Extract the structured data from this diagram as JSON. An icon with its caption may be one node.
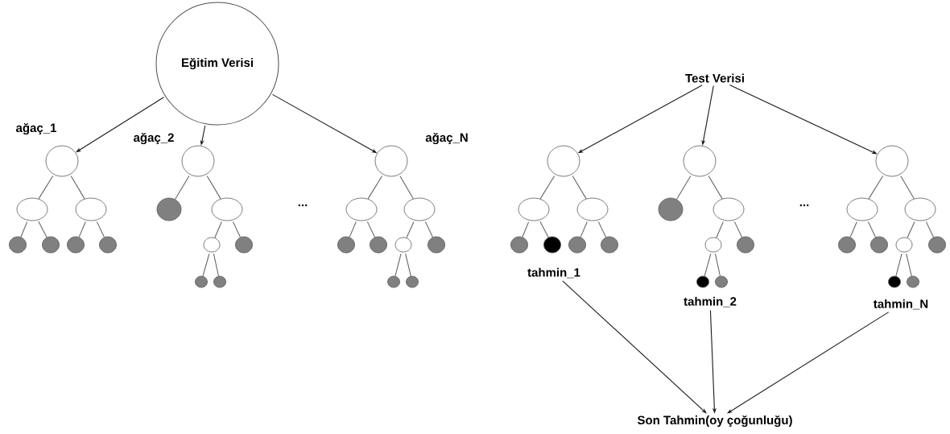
{
  "diagram": {
    "nodes": [
      {
        "text": [
          "Eğitim Verisi"
        ]
      },
      {
        "text": [],
        "shape": "circle",
        "beside": [
          "ağaç_1"
        ]
      },
      {
        "text": [],
        "shape": "circle"
      },
      {
        "text": [],
        "shape": "circle"
      },
      {
        "text": [],
        "shape": "circle"
      },
      {
        "text": [],
        "shape": "circle"
      },
      {
        "text": [],
        "shape": "circle"
      },
      {
        "text": [],
        "shape": "circle"
      },
      {
        "text": [],
        "shape": "circle",
        "beside": [
          "ağaç_2"
        ]
      },
      {
        "text": [],
        "shape": "circle"
      },
      {
        "text": [],
        "shape": "circle"
      },
      {
        "text": [],
        "shape": "circle"
      },
      {
        "text": [],
        "shape": "circle"
      },
      {
        "text": [],
        "shape": "circle"
      },
      {
        "text": [],
        "shape": "circle"
      },
      {
        "text": [],
        "shape": "circle",
        "beside": [
          "ağaç_N"
        ]
      },
      {
        "text": [],
        "shape": "circle"
      },
      {
        "text": [],
        "shape": "circle"
      },
      {
        "text": [],
        "shape": "circle"
      },
      {
        "text": [],
        "shape": "circle"
      },
      {
        "text": [],
        "shape": "circle"
      },
      {
        "text": [],
        "shape": "circle"
      },
      {
        "text": [],
        "shape": "circle"
      },
      {
        "text": [],
        "shape": "circle"
      },
      {
        "text": [
          "Test Verisi"
        ]
      },
      {
        "text": [],
        "shape": "circle"
      },
      {
        "text": [],
        "shape": "circle"
      },
      {
        "text": [],
        "shape": "circle"
      },
      {
        "text": [],
        "shape": "circle"
      },
      {
        "text": [],
        "shape": "circle"
      },
      {
        "text": [],
        "shape": "circle"
      },
      {
        "text": [],
        "shape": "circle"
      },
      {
        "text": [],
        "shape": "circle"
      },
      {
        "text": [],
        "shape": "circle"
      },
      {
        "text": [],
        "shape": "circle"
      },
      {
        "text": [],
        "shape": "circle"
      },
      {
        "text": [],
        "shape": "circle"
      },
      {
        "text": [],
        "shape": "circle"
      },
      {
        "text": [],
        "shape": "circle"
      },
      {
        "text": [],
        "shape": "circle"
      },
      {
        "text": [],
        "shape": "circle"
      },
      {
        "text": [],
        "shape": "circle"
      },
      {
        "text": [],
        "shape": "circle"
      },
      {
        "text": [],
        "shape": "circle"
      },
      {
        "text": [],
        "shape": "circle"
      },
      {
        "text": [],
        "shape": "circle"
      },
      {
        "text": [],
        "shape": "circle"
      },
      {
        "text": [],
        "shape": "circle"
      },
      {
        "text": [
          "tahmin_1"
        ]
      },
      {
        "text": [
          "tahmin_2"
        ]
      },
      {
        "text": [
          "tahmin_N"
        ]
      },
      {
        "text": [
          "Son Tahmin(oy çoğunluğu)"
        ]
      }
    ],
    "edges": [
      {
        "from": 0,
        "to": 1,
        "arrow": "to",
        "color": "#1a1a1a"
      },
      {
        "from": 0,
        "to": 8,
        "arrow": "to",
        "color": "#1a1a1a"
      },
      {
        "from": 0,
        "to": 15,
        "arrow": "to",
        "color": "#1a1a1a"
      },
      {
        "from": 1,
        "to": 2,
        "arrow": "none"
      },
      {
        "from": 1,
        "to": 3,
        "arrow": "none"
      },
      {
        "from": 2,
        "to": 4,
        "arrow": "none"
      },
      {
        "from": 2,
        "to": 5,
        "arrow": "none"
      },
      {
        "from": 3,
        "to": 6,
        "arrow": "none"
      },
      {
        "from": 3,
        "to": 7,
        "arrow": "none"
      },
      {
        "from": 8,
        "to": 9,
        "arrow": "none"
      },
      {
        "from": 8,
        "to": 10,
        "arrow": "none"
      },
      {
        "from": 10,
        "to": 11,
        "arrow": "none"
      },
      {
        "from": 10,
        "to": 12,
        "arrow": "none"
      },
      {
        "from": 11,
        "to": 13,
        "arrow": "none"
      },
      {
        "from": 11,
        "to": 14,
        "arrow": "none"
      },
      {
        "from": 15,
        "to": 16,
        "arrow": "none"
      },
      {
        "from": 15,
        "to": 17,
        "arrow": "none"
      },
      {
        "from": 16,
        "to": 18,
        "arrow": "none"
      },
      {
        "from": 16,
        "to": 19,
        "arrow": "none"
      },
      {
        "from": 17,
        "to": 20,
        "arrow": "none"
      },
      {
        "from": 17,
        "to": 21,
        "arrow": "none"
      },
      {
        "from": 20,
        "to": 22,
        "arrow": "none"
      },
      {
        "from": 20,
        "to": 23,
        "arrow": "none"
      },
      {
        "from": 24,
        "to": 25,
        "arrow": "to",
        "color": "#1a1a1a"
      },
      {
        "from": 24,
        "to": 32,
        "arrow": "to",
        "color": "#1a1a1a"
      },
      {
        "from": 24,
        "to": 39,
        "arrow": "to",
        "color": "#1a1a1a"
      },
      {
        "from": 25,
        "to": 26,
        "arrow": "none"
      },
      {
        "from": 25,
        "to": 27,
        "arrow": "none"
      },
      {
        "from": 26,
        "to": 28,
        "arrow": "none"
      },
      {
        "from": 26,
        "to": 29,
        "arrow": "none"
      },
      {
        "from": 27,
        "to": 30,
        "arrow": "none"
      },
      {
        "from": 27,
        "to": 31,
        "arrow": "none"
      },
      {
        "from": 32,
        "to": 33,
        "arrow": "none"
      },
      {
        "from": 32,
        "to": 34,
        "arrow": "none"
      },
      {
        "from": 34,
        "to": 35,
        "arrow": "none"
      },
      {
        "from": 34,
        "to": 36,
        "arrow": "none"
      },
      {
        "from": 35,
        "to": 37,
        "arrow": "none"
      },
      {
        "from": 35,
        "to": 38,
        "arrow": "none"
      },
      {
        "from": 39,
        "to": 40,
        "arrow": "none"
      },
      {
        "from": 39,
        "to": 41,
        "arrow": "none"
      },
      {
        "from": 40,
        "to": 42,
        "arrow": "none"
      },
      {
        "from": 40,
        "to": 43,
        "arrow": "none"
      },
      {
        "from": 41,
        "to": 44,
        "arrow": "none"
      },
      {
        "from": 41,
        "to": 45,
        "arrow": "none"
      },
      {
        "from": 44,
        "to": 46,
        "arrow": "none"
      },
      {
        "from": 44,
        "to": 47,
        "arrow": "none"
      },
      {
        "from": 48,
        "to": 51,
        "arrow": "to",
        "color": "#1a1a1a"
      },
      {
        "from": 49,
        "to": 51,
        "arrow": "to",
        "color": "#1a1a1a"
      },
      {
        "from": 50,
        "to": 51,
        "arrow": "to",
        "color": "#1a1a1a"
      }
    ],
    "labels": [
      "...",
      "..."
    ]
  }
}
